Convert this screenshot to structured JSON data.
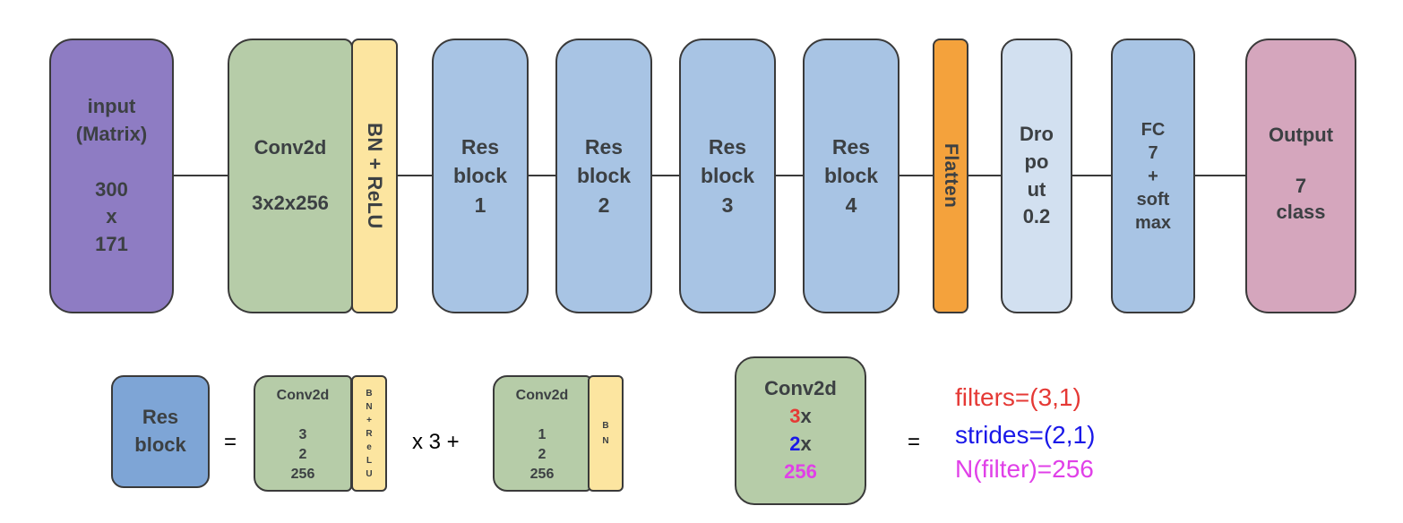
{
  "colors": {
    "input": "#8e7cc3",
    "conv": "#b6cca8",
    "bn": "#fce5a0",
    "res": "#a8c4e4",
    "flatten": "#f4a23c",
    "dropout": "#d2e0f0",
    "fc": "#a8c4e4",
    "output": "#d5a6bd",
    "res_legend": "#7ea5d6",
    "red": "#e53935",
    "blue": "#1a18e8",
    "magenta": "#e040e8"
  },
  "pipeline": {
    "input": "input\n(Matrix)\n\n300\nx\n171",
    "conv": "Conv2d\n\n3x2x256",
    "bn_relu": "BN + ReLU",
    "res1": "Res\nblock\n1",
    "res2": "Res\nblock\n2",
    "res3": "Res\nblock\n3",
    "res4": "Res\nblock\n4",
    "flatten": "Flatten",
    "dropout": "Dro\npo\nut\n0.2",
    "fc": "FC\n7\n+\nsoft\nmax",
    "output": "Output\n\n7\nclass"
  },
  "resblock_legend": {
    "title": "Res\nblock",
    "equals": "=",
    "conv_a_title": "Conv2d",
    "conv_a_dims": "3\n2\n256",
    "bn_relu_small": "B\nN\n+\nR\ne\nL\nU",
    "times": "x 3 +",
    "conv_b_title": "Conv2d",
    "conv_b_dims": "1\n2\n256",
    "bn_small": "B\nN"
  },
  "conv_legend": {
    "title": "Conv2d",
    "f": "3",
    "fx": "x",
    "s": "2",
    "sx": "x",
    "n": "256",
    "equals": "=",
    "filters": "filters=(3,1)",
    "strides": "strides=(2,1)",
    "nfilter": "N(filter)=256"
  }
}
